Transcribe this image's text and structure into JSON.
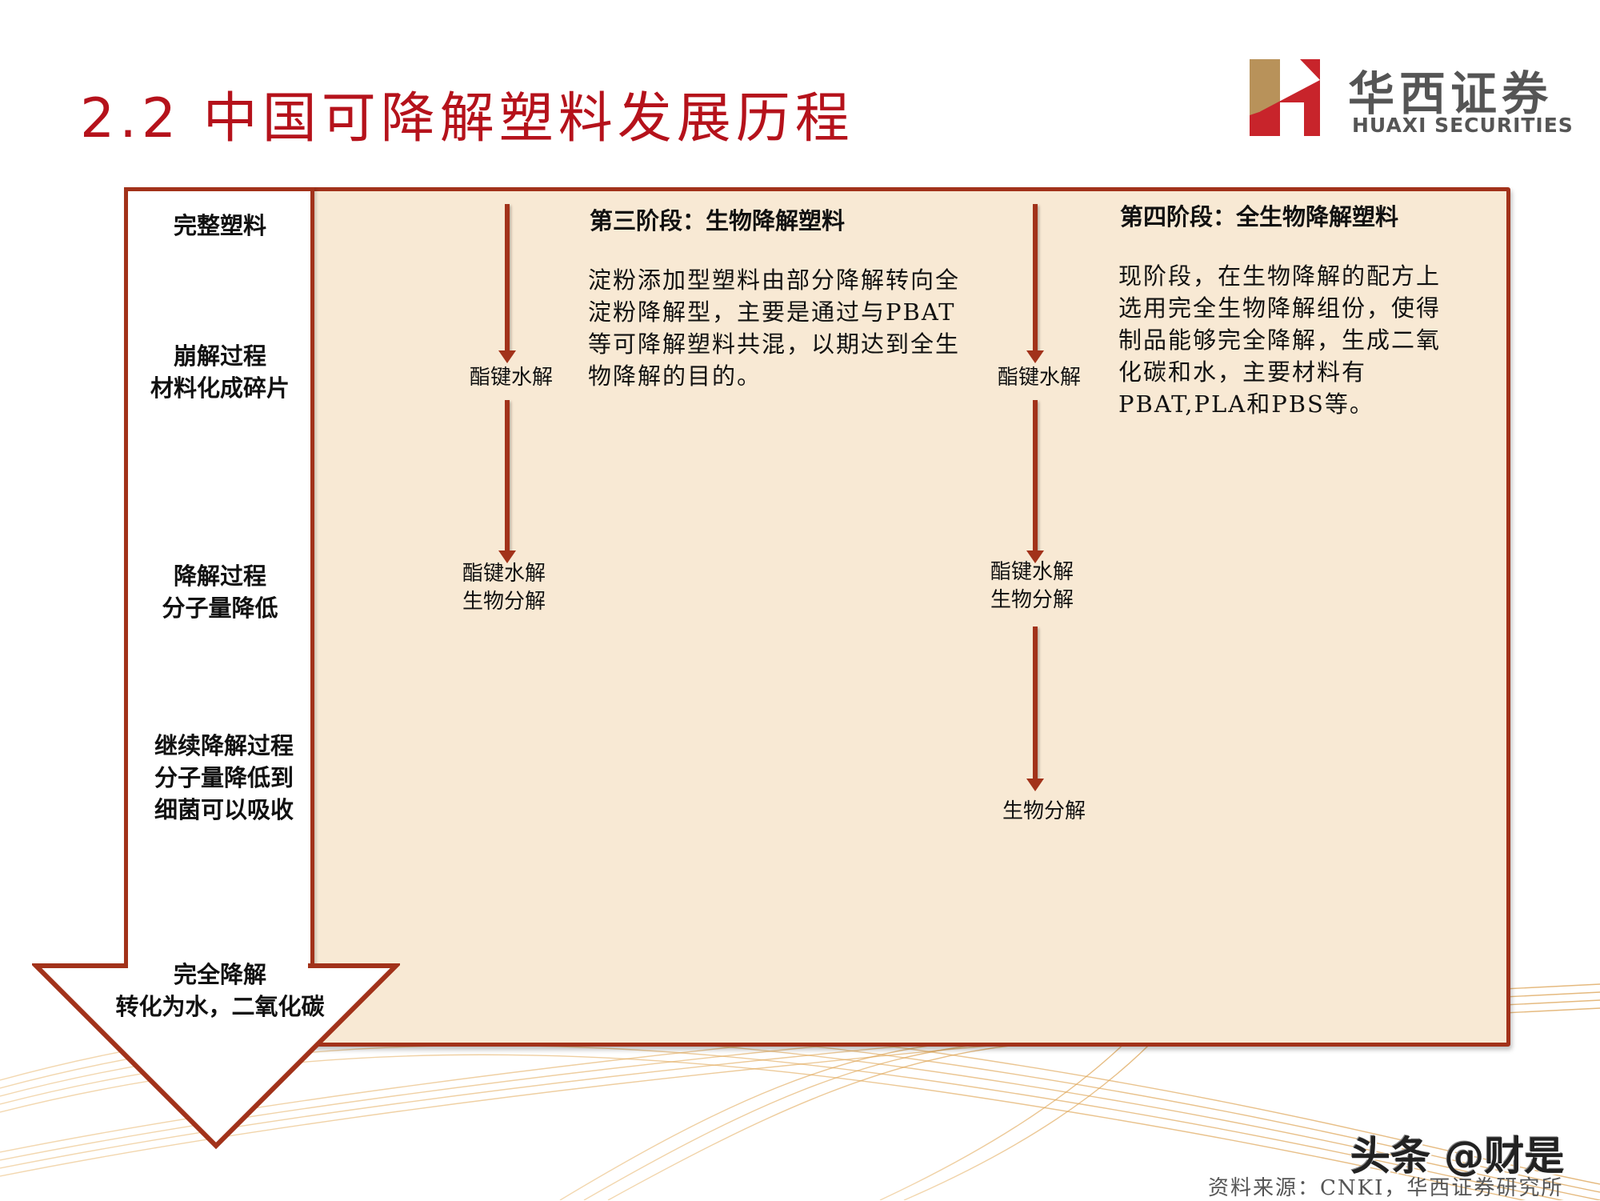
{
  "slide": {
    "title": "2.2 中国可降解塑料发展历程",
    "logo": {
      "name_cn": "华西证券",
      "name_en": "HUAXI SECURITIES",
      "colors": {
        "gold": "#B8925A",
        "red": "#C8242B",
        "text": "#555555"
      }
    },
    "colors": {
      "title": "#B5121B",
      "border": "#A2321A",
      "panel_bg": "#F8E9D4"
    }
  },
  "left_column": {
    "stages": [
      {
        "lines": [
          "完整塑料"
        ]
      },
      {
        "lines": [
          "崩解过程",
          "材料化成碎片"
        ]
      },
      {
        "lines": [
          "降解过程",
          "分子量降低"
        ]
      },
      {
        "lines": [
          "继续降解过程",
          "分子量降低到",
          "细菌可以吸收"
        ]
      },
      {
        "lines": [
          "完全降解",
          "转化为水，二氧化碳"
        ]
      }
    ]
  },
  "stage3": {
    "title": "第三阶段：生物降解塑料",
    "body": "淀粉添加型塑料由部分降解转向全淀粉降解型，主要是通过与PBAT等可降解塑料共混，以期达到全生物降解的目的。",
    "flow": [
      {
        "label": "酯键水解"
      },
      {
        "label_lines": [
          "酯键水解",
          "生物分解"
        ]
      }
    ]
  },
  "stage4": {
    "title": "第四阶段：全生物降解塑料",
    "body": "现阶段，在生物降解的配方上选用完全生物降解组份，使得制品能够完全降解，生成二氧化碳和水，主要材料有PBAT,PLA和PBS等。",
    "flow": [
      {
        "label": "酯键水解"
      },
      {
        "label_lines": [
          "酯键水解",
          "生物分解"
        ]
      },
      {
        "label": "生物分解"
      }
    ]
  },
  "footer": {
    "watermark": "头条 @财是",
    "source": "资料来源：CNKI，华西证券研究所"
  }
}
